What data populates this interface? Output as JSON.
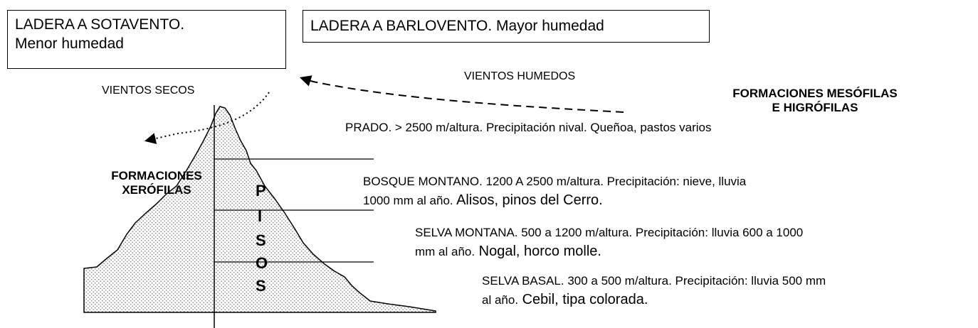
{
  "boxes": {
    "sotavento_line1": "LADERA A SOTAVENTO.",
    "sotavento_line2": "Menor humedad",
    "barlovento": "LADERA A BARLOVENTO. Mayor humedad"
  },
  "winds": {
    "humid": "VIENTOS HUMEDOS",
    "dry": "VIENTOS SECOS"
  },
  "formations": {
    "mesophilous_line1": "FORMACIONES MESÓFILAS",
    "mesophilous_line2": "E HIGRÓFILAS",
    "xerophilous_line1": "FORMACIONES",
    "xerophilous_line2": "XERÓFILAS"
  },
  "pisos_letters": [
    "P",
    "I",
    "S",
    "O",
    "S"
  ],
  "floors": {
    "prado": "PRADO. > 2500 m/altura. Precipitación nival. Queñoa, pastos varios",
    "bosque_line1": "BOSQUE MONTANO. 1200 A 2500 m/altura. Precipitación: nieve, lluvia",
    "bosque_line2a": "1000 mm al año.",
    "bosque_line2b": " Alisos, pinos del Cerro.",
    "selva_montana_line1": "SELVA MONTANA. 500 a 1200 m/altura. Precipitación: lluvia 600 a 1000",
    "selva_montana_line2a": "mm al año.",
    "selva_montana_line2b": " Nogal, horco molle.",
    "selva_basal_line1": "SELVA BASAL. 300 a 500 m/altura. Precipitación: lluvia 500 mm",
    "selva_basal_line2a": " al año.",
    "selva_basal_line2b": " Cebil, tipa colorada."
  },
  "colors": {
    "ink": "#000000",
    "dot": "#8a8a8a",
    "background": "#ffffff"
  }
}
